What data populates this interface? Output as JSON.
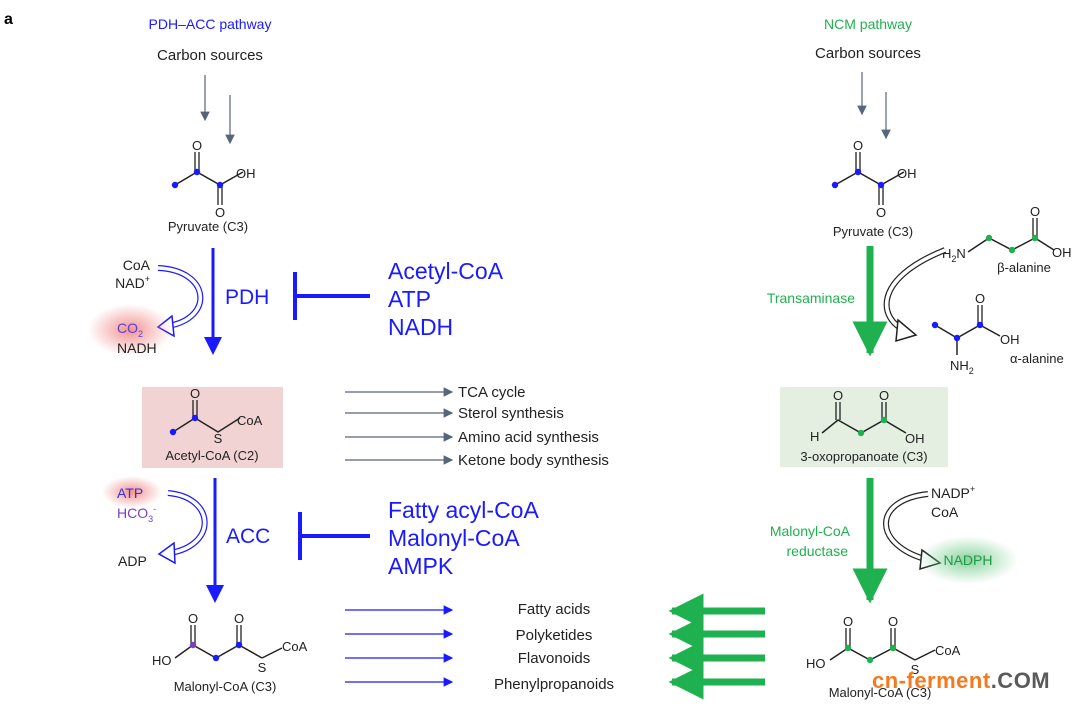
{
  "panel_label": "a",
  "left": {
    "pathway_title": "PDH–ACC pathway",
    "carbon_sources": "Carbon sources",
    "pyruvate": {
      "label": "Pyruvate (C3)",
      "o_top": "O",
      "oh": "OH",
      "o_bottom": "O"
    },
    "pdh": {
      "enzyme": "PDH",
      "inputs": [
        "CoA",
        "NAD"
      ],
      "nad_superscript": "+",
      "outputs": [
        "CO",
        "NADH"
      ],
      "co2_subscript": "2",
      "inhibitors": [
        "Acetyl-CoA",
        "ATP",
        "NADH"
      ]
    },
    "acetyl_coa": {
      "label": "Acetyl-CoA (C2)",
      "o": "O",
      "s": "S",
      "coa": "CoA"
    },
    "fates": [
      "TCA cycle",
      "Sterol synthesis",
      "Amino acid synthesis",
      "Ketone body synthesis"
    ],
    "acc": {
      "enzyme": "ACC",
      "inputs": [
        "ATP",
        "HCO"
      ],
      "hco3_subscript": "3",
      "hco3_superscript": "-",
      "output": "ADP",
      "inhibitors": [
        "Fatty acyl-CoA",
        "Malonyl-CoA",
        "AMPK"
      ]
    },
    "malonyl_coa": {
      "label": "Malonyl-CoA (C3)",
      "o1": "O",
      "o2": "O",
      "ho": "HO",
      "s": "S",
      "coa": "CoA"
    }
  },
  "products": [
    "Fatty acids",
    "Polyketides",
    "Flavonoids",
    "Phenylpropanoids"
  ],
  "right": {
    "pathway_title": "NCM pathway",
    "carbon_sources": "Carbon sources",
    "pyruvate": {
      "label": "Pyruvate (C3)",
      "o_top": "O",
      "oh": "OH",
      "o_bottom": "O"
    },
    "beta_alanine": {
      "label": "β-alanine",
      "h2n": "H",
      "h2n_sub": "2",
      "h2n_n": "N",
      "o": "O",
      "oh": "OH"
    },
    "alpha_alanine": {
      "label": "α-alanine",
      "o": "O",
      "oh": "OH",
      "nh2": "NH",
      "nh2_sub": "2"
    },
    "transaminase": "Transaminase",
    "oxopropanoate": {
      "label": "3-oxopropanoate (C3)",
      "o1": "O",
      "o2": "O",
      "h": "H",
      "oh": "OH"
    },
    "reductase_line1": "Malonyl-CoA",
    "reductase_line2": "reductase",
    "cofactor_in": [
      "NADP",
      "CoA"
    ],
    "nadp_superscript": "+",
    "cofactor_out": "NADPH",
    "malonyl_coa": {
      "label": "Malonyl-CoA (C3)",
      "o1": "O",
      "o2": "O",
      "ho": "HO",
      "s": "S",
      "coa": "CoA"
    }
  },
  "watermark": {
    "part1": "cn-ferment",
    "part2": ".COM"
  },
  "colors": {
    "blue": "#1a1aff",
    "green": "#1fb14f",
    "gray_arrow": "#56657a",
    "pink_box": "#f2d3d3",
    "green_box": "#e4efe2",
    "purple": "#7d3fc2",
    "watermark_orange": "#f47a1f",
    "watermark_gray": "#5a5a5a"
  }
}
